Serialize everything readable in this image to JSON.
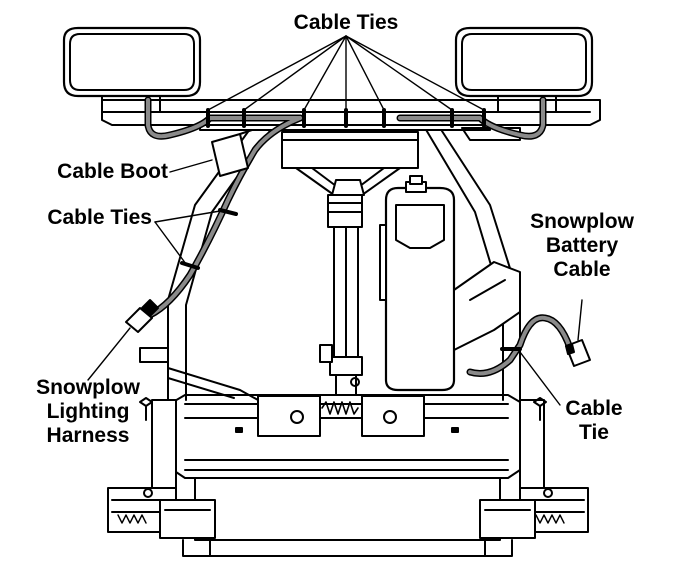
{
  "labels": {
    "cable_ties_top": "Cable Ties",
    "cable_boot": "Cable Boot",
    "cable_ties_left": "Cable Ties",
    "battery_cable": [
      "Snowplow",
      "Battery",
      "Cable"
    ],
    "lighting_harness": [
      "Snowplow",
      "Lighting",
      "Harness"
    ],
    "cable_tie": [
      "Cable",
      "Tie"
    ]
  },
  "colors": {
    "line": "#000000",
    "cable": "#8a8a8a",
    "fill": "#ffffff"
  }
}
